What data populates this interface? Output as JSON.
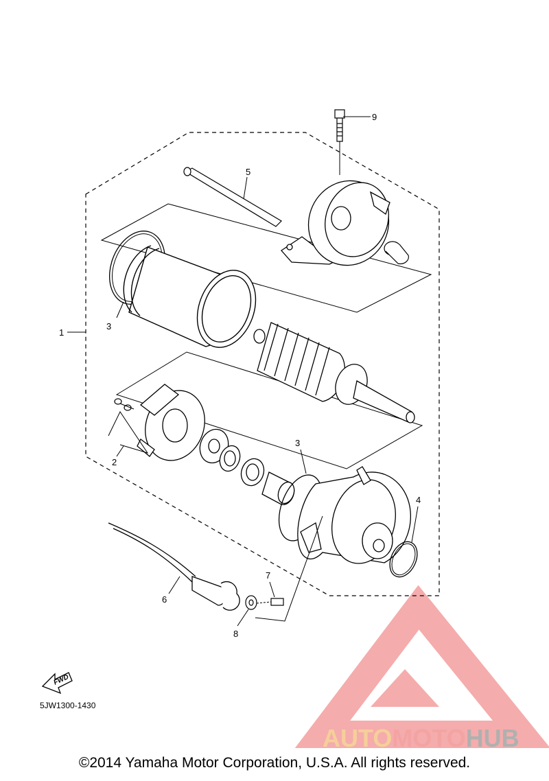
{
  "diagram": {
    "code": "5JW1300-1430",
    "fwd_label": "FWD",
    "part_labels": [
      "1",
      "2",
      "3",
      "3",
      "4",
      "5",
      "6",
      "7",
      "8",
      "9"
    ]
  },
  "watermark": {
    "brand_part1": "AUTO",
    "brand_part2": "MOTO",
    "brand_part3": "HUB",
    "colors": {
      "primary": "#f4a3a3",
      "secondary": "#f5cf9a",
      "tertiary": "#b0b0b0"
    }
  },
  "footer": {
    "copyright": "©2014 Yamaha Motor Corporation, U.S.A. All rights reserved."
  }
}
